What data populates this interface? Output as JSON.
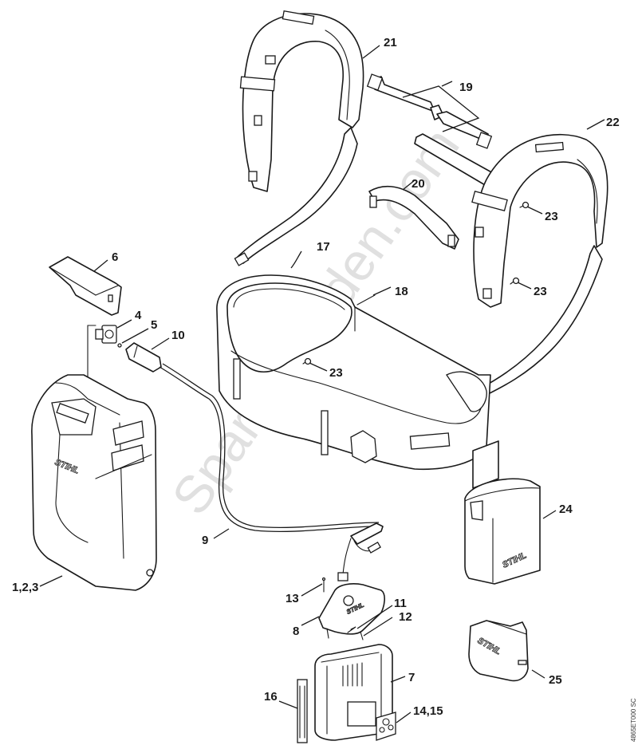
{
  "diagram": {
    "title": "STIHL backpack battery carrying system – exploded parts view",
    "document_id": "4865ET000 SC",
    "watermark": "SparesGarden.com",
    "logo_text": "STIHL",
    "callouts": [
      {
        "id": "c21",
        "label": "21",
        "part": "shoulder strap (left)"
      },
      {
        "id": "c19",
        "label": "19",
        "part": "chest strap with buckle"
      },
      {
        "id": "c22",
        "label": "22",
        "part": "shoulder strap (right)"
      },
      {
        "id": "c20",
        "label": "20",
        "part": "grip / handle"
      },
      {
        "id": "c23a",
        "label": "23",
        "part": "screw"
      },
      {
        "id": "c23b",
        "label": "23",
        "part": "screw"
      },
      {
        "id": "c23c",
        "label": "23",
        "part": "screw"
      },
      {
        "id": "c17",
        "label": "17",
        "part": "hip belt"
      },
      {
        "id": "c18",
        "label": "18",
        "part": "belt strap"
      },
      {
        "id": "c6",
        "label": "6",
        "part": "cover flap"
      },
      {
        "id": "c4",
        "label": "4",
        "part": "socket"
      },
      {
        "id": "c5",
        "label": "5",
        "part": "screw"
      },
      {
        "id": "c10",
        "label": "10",
        "part": "plug"
      },
      {
        "id": "c123",
        "label": "1,2,3",
        "part": "backpack housing"
      },
      {
        "id": "c9",
        "label": "9",
        "part": "connecting cable"
      },
      {
        "id": "c24",
        "label": "24",
        "part": "battery bag"
      },
      {
        "id": "c13",
        "label": "13",
        "part": "pin"
      },
      {
        "id": "c11",
        "label": "11",
        "part": "spring"
      },
      {
        "id": "c12",
        "label": "12",
        "part": "screw"
      },
      {
        "id": "c8",
        "label": "8",
        "part": "adapter cover"
      },
      {
        "id": "c25",
        "label": "25",
        "part": "adapter"
      },
      {
        "id": "c7",
        "label": "7",
        "part": "adapter housing"
      },
      {
        "id": "c16",
        "label": "16",
        "part": "label strip"
      },
      {
        "id": "c1415",
        "label": "14,15",
        "part": "warning label"
      }
    ]
  }
}
